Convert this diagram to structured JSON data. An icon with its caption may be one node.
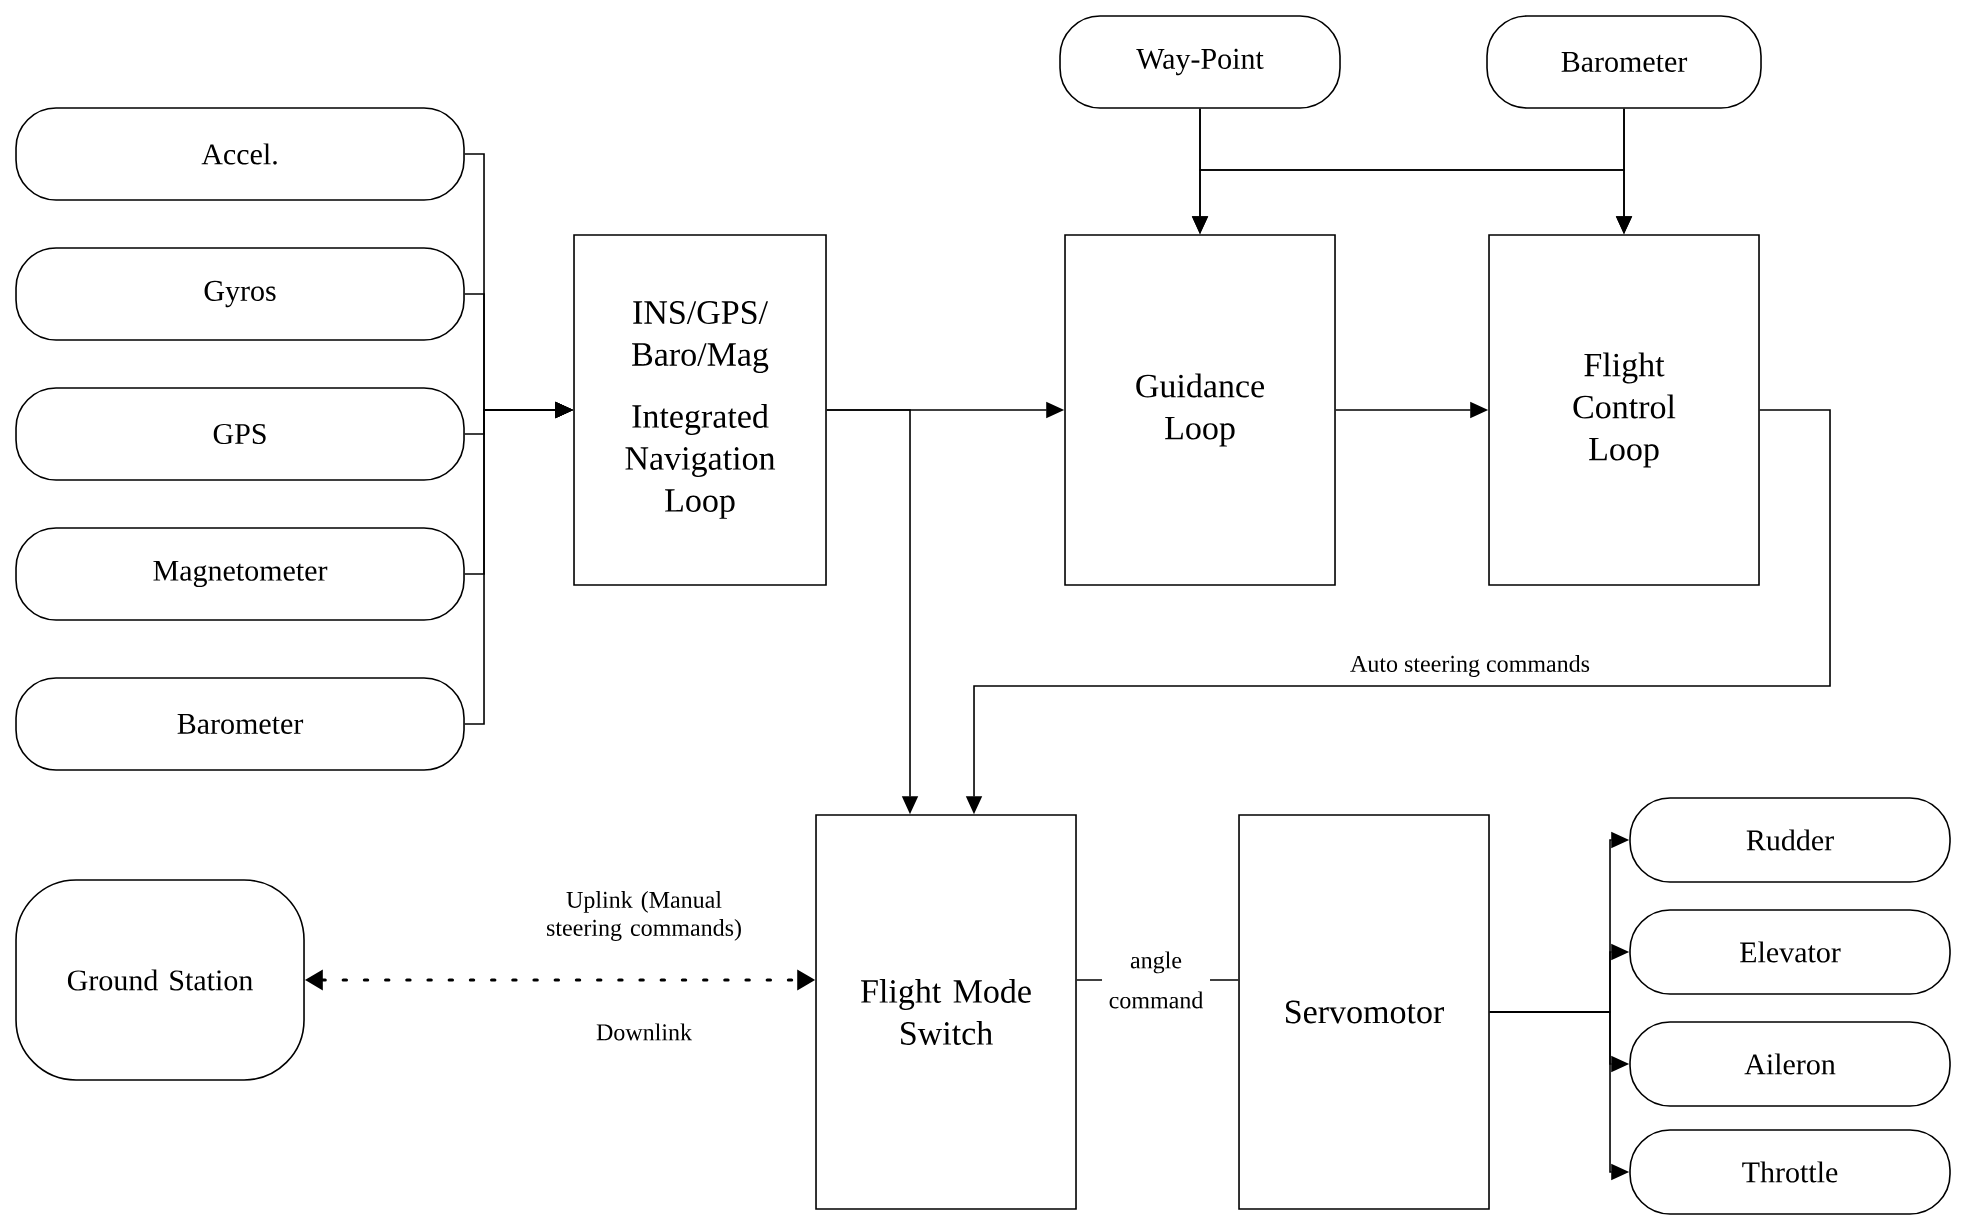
{
  "diagram": {
    "nodes": [
      {
        "text": [
          "Accel."
        ]
      },
      {
        "text": [
          "Gyros"
        ]
      },
      {
        "text": [
          "GPS"
        ]
      },
      {
        "text": [
          "Magnetometer"
        ]
      },
      {
        "text": [
          "Barometer"
        ]
      },
      {
        "text": [
          "INS/GPS/ Baro/Mag",
          "Integrated Navigation Loop"
        ]
      },
      {
        "text": [
          "Way-Point"
        ]
      },
      {
        "text": [
          "Barometer"
        ]
      },
      {
        "text": [
          "Guidance Loop"
        ]
      },
      {
        "text": [
          "Flight Control Loop"
        ]
      },
      {
        "text": [
          "Ground Station"
        ]
      },
      {
        "text": [
          "Flight Mode Switch"
        ]
      },
      {
        "text": [
          "Servomotor"
        ]
      },
      {
        "text": [
          "Rudder"
        ]
      },
      {
        "text": [
          "Elevator"
        ]
      },
      {
        "text": [
          "Aileron"
        ]
      },
      {
        "text": [
          "Throttle"
        ]
      }
    ],
    "edges": [
      {
        "from": 0,
        "to": 5,
        "arrow": "to"
      },
      {
        "from": 1,
        "to": 5,
        "arrow": "to"
      },
      {
        "from": 2,
        "to": 5,
        "arrow": "to"
      },
      {
        "from": 3,
        "to": 5,
        "arrow": "to"
      },
      {
        "from": 4,
        "to": 5,
        "arrow": "to"
      },
      {
        "from": 5,
        "to": 8,
        "arrow": "to"
      },
      {
        "from": 5,
        "to": 11,
        "arrow": "to"
      },
      {
        "from": 6,
        "to": 8,
        "arrow": "to"
      },
      {
        "from": 6,
        "to": 9,
        "arrow": "to"
      },
      {
        "from": 7,
        "to": 8,
        "arrow": "to"
      },
      {
        "from": 7,
        "to": 9,
        "arrow": "to"
      },
      {
        "from": 8,
        "to": 9,
        "arrow": "to"
      },
      {
        "from": 9,
        "to": 11,
        "arrow": "to",
        "label": "Auto steering commands"
      },
      {
        "from": 10,
        "to": 11,
        "arrow": "both",
        "style": "dashed",
        "label": "Uplink (Manual steering commands)"
      },
      {
        "from": 11,
        "to": 12,
        "arrow": "none",
        "label": "angle command"
      },
      {
        "from": 12,
        "to": 13,
        "arrow": "to"
      },
      {
        "from": 12,
        "to": 14,
        "arrow": "to"
      },
      {
        "from": 12,
        "to": 15,
        "arrow": "to"
      },
      {
        "from": 12,
        "to": 16,
        "arrow": "to"
      }
    ],
    "labels": [
      "Downlink"
    ]
  }
}
